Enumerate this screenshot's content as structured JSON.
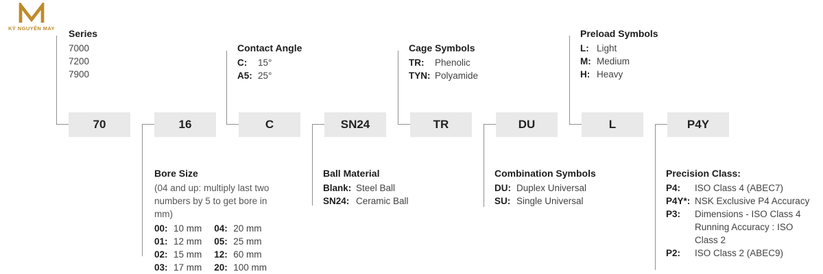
{
  "logo": {
    "monogram": "M",
    "brand": "KỶ NGUYÊN MAY"
  },
  "code_boxes": [
    "70",
    "16",
    "C",
    "SN24",
    "TR",
    "DU",
    "L",
    "P4Y"
  ],
  "callouts": {
    "series": {
      "title": "Series",
      "items": [
        "7000",
        "7200",
        "7900"
      ]
    },
    "contact_angle": {
      "title": "Contact Angle",
      "entries": [
        {
          "k": "C:",
          "v": "15°"
        },
        {
          "k": "A5:",
          "v": "25°"
        }
      ]
    },
    "cage": {
      "title": "Cage Symbols",
      "entries": [
        {
          "k": "TR:",
          "v": "Phenolic"
        },
        {
          "k": "TYN:",
          "v": "Polyamide"
        }
      ]
    },
    "preload": {
      "title": "Preload Symbols",
      "entries": [
        {
          "k": "L:",
          "v": "Light"
        },
        {
          "k": "M:",
          "v": "Medium"
        },
        {
          "k": "H:",
          "v": "Heavy"
        }
      ]
    },
    "bore": {
      "title": "Bore Size",
      "note": "(04 and up: multiply last two numbers by 5 to get bore in mm)",
      "col1": [
        {
          "k": "00:",
          "v": "10 mm"
        },
        {
          "k": "01:",
          "v": "12 mm"
        },
        {
          "k": "02:",
          "v": "15 mm"
        },
        {
          "k": "03:",
          "v": "17 mm"
        }
      ],
      "col2": [
        {
          "k": "04:",
          "v": "20 mm"
        },
        {
          "k": "05:",
          "v": "25 mm"
        },
        {
          "k": "12:",
          "v": "60 mm"
        },
        {
          "k": "20:",
          "v": "100 mm"
        }
      ]
    },
    "ball": {
      "title": "Ball Material",
      "entries": [
        {
          "k": "Blank:",
          "v": "Steel Ball"
        },
        {
          "k": "SN24:",
          "v": "Ceramic Ball"
        }
      ]
    },
    "combination": {
      "title": "Combination Symbols",
      "entries": [
        {
          "k": "DU:",
          "v": "Duplex Universal"
        },
        {
          "k": "SU:",
          "v": "Single Universal"
        }
      ]
    },
    "precision": {
      "title": "Precision Class:",
      "entries": [
        {
          "k": "P4:",
          "v": "ISO Class 4 (ABEC7)"
        },
        {
          "k": "P4Y*:",
          "v": "NSK Exclusive P4 Accuracy"
        },
        {
          "k": "P3:",
          "v": "Dimensions - ISO Class 4\nRunning Accuracy : ISO\nClass 2"
        },
        {
          "k": "P2:",
          "v": "ISO Class 2 (ABEC9)"
        }
      ]
    }
  },
  "colors": {
    "box_bg": "#e9e9e9",
    "connector": "#8f8f8f",
    "gold": "#bd8b2a",
    "text": "#2b2b2b"
  }
}
